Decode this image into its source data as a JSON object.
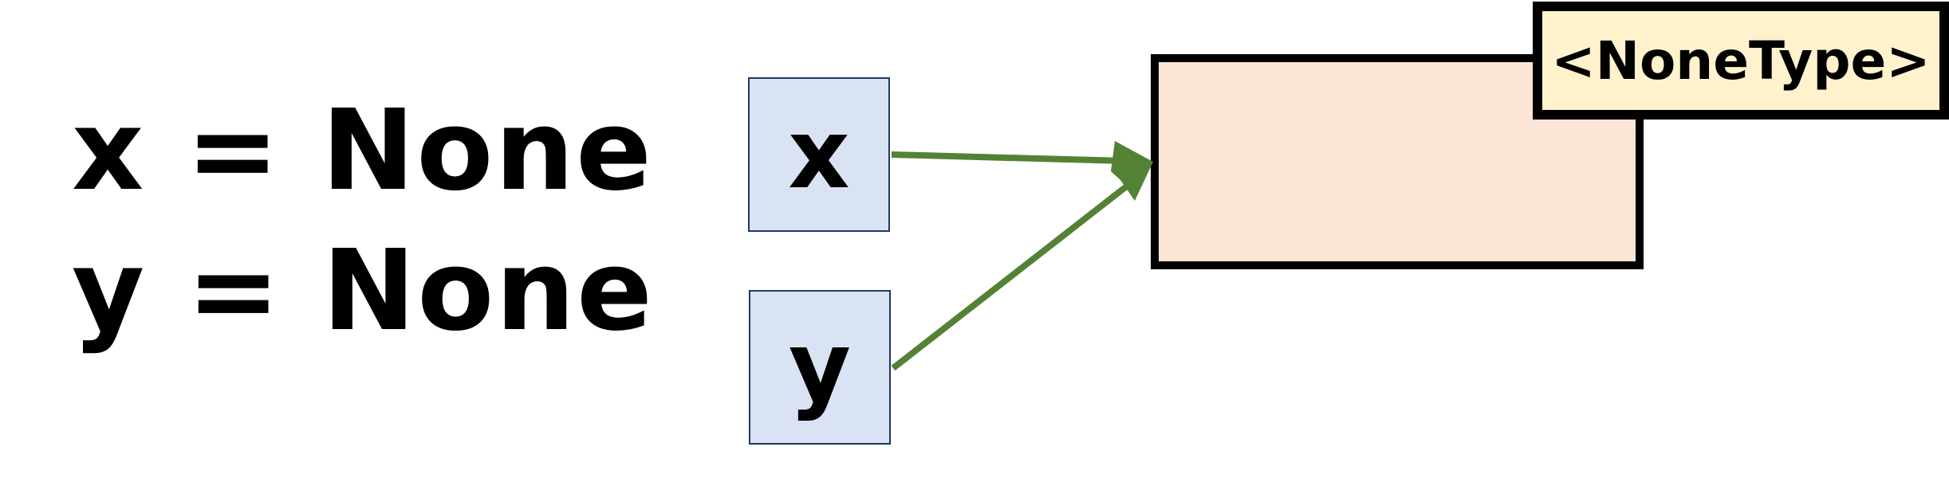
{
  "code_lines": [
    "x = None",
    "y = None"
  ],
  "variables": [
    {
      "name": "x"
    },
    {
      "name": "y"
    }
  ],
  "object": {
    "type_label": "<NoneType>"
  },
  "colors": {
    "arrow": "#548235",
    "var_fill": "#dae3f3",
    "var_border": "#203864",
    "obj_fill": "#fbe5d6",
    "type_fill": "#fff2cc"
  }
}
